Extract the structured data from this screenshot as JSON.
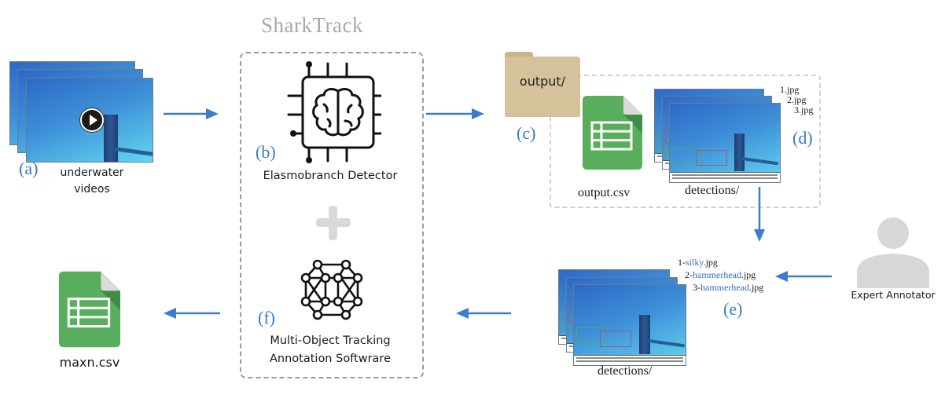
{
  "title": "SharkTrack",
  "colors": {
    "arrow": "#3d7cc9",
    "label_letter": "#3a7bc8",
    "dashed_border": "#9a9a9a",
    "folder": "#d6c29a",
    "sheet_green": "#58ae5c",
    "plus": "#d9d9d9",
    "person": "#d7d7d7"
  },
  "steps": {
    "a": {
      "letter": "(a)",
      "label_line1": "underwater",
      "label_line2": "videos",
      "icon": "video-stack-icon"
    },
    "b": {
      "letter": "(b)",
      "label": "Elasmobranch Detector",
      "icon": "ai-chip-brain-icon"
    },
    "plus": {
      "symbol": "+"
    },
    "f": {
      "letter": "(f)",
      "label_line1": "Multi-Object Tracking",
      "label_line2": "Annotation Softwrare",
      "icon": "network-graph-icon"
    },
    "c": {
      "letter": "(c)",
      "folder_label": "output/",
      "csv_label": "output.csv",
      "icon": "folder-icon"
    },
    "d": {
      "letter": "(d)",
      "folder_label": "detections/",
      "files": [
        "1.jpg",
        "2.jpg",
        "3.jpg"
      ]
    },
    "e": {
      "letter": "(e)",
      "folder_label": "detections/",
      "files": [
        {
          "prefix": "1-",
          "species": "silky",
          "ext": ".jpg"
        },
        {
          "prefix": "2-",
          "species": "hammerhead",
          "ext": ".jpg"
        },
        {
          "prefix": "3-",
          "species": "hammerhead",
          "ext": ".jpg"
        }
      ]
    },
    "annotator": {
      "label": "Expert Annotator",
      "icon": "person-icon"
    },
    "output": {
      "label": "maxn.csv",
      "icon": "spreadsheet-icon"
    }
  }
}
